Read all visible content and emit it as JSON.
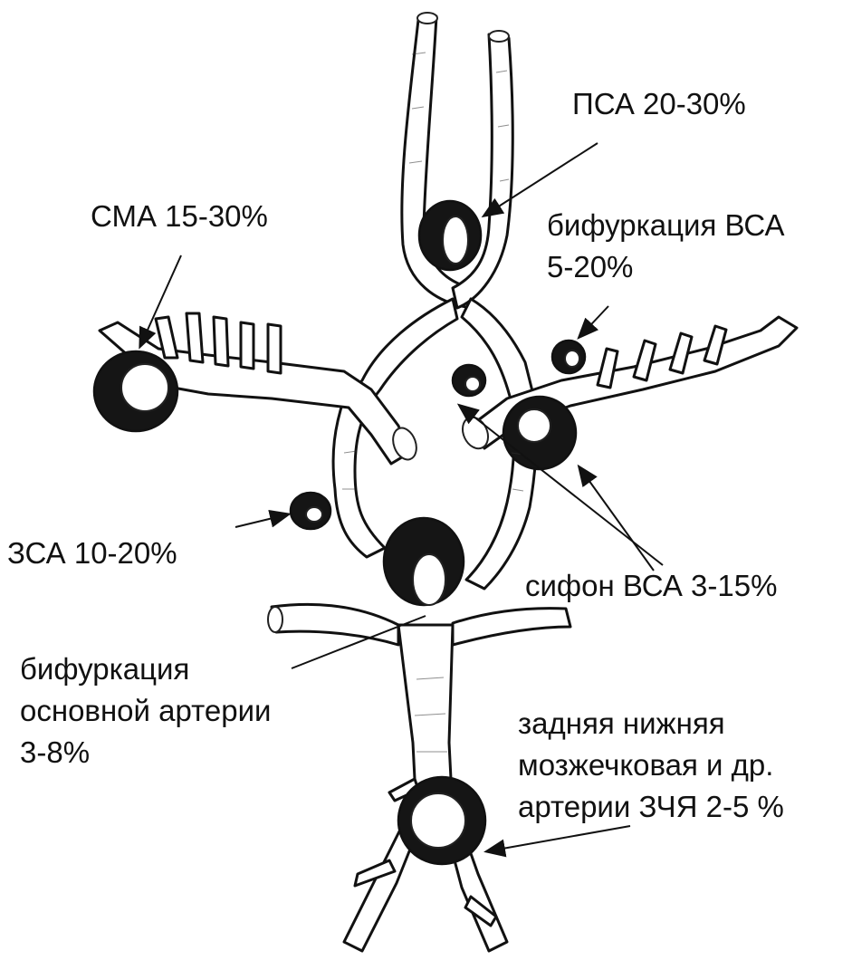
{
  "labels": {
    "psa": "ПСА 20-30%",
    "sma": "СМА 15-30%",
    "bifurcation_vsa_line1": "бифуркация ВСА",
    "bifurcation_vsa_line2": "5-20%",
    "zsa": "ЗСА 10-20%",
    "siphon_vsa": "сифон ВСА 3-15%",
    "basilar_line1": "бифуркация",
    "basilar_line2": "основной артерии",
    "basilar_line3": "3-8%",
    "posterior_line1": "задняя нижняя",
    "posterior_line2": "мозжечковая и др.",
    "posterior_line3": "артерии ЗЧЯ 2-5 %"
  },
  "colors": {
    "ink": "#111111",
    "background": "#ffffff"
  }
}
